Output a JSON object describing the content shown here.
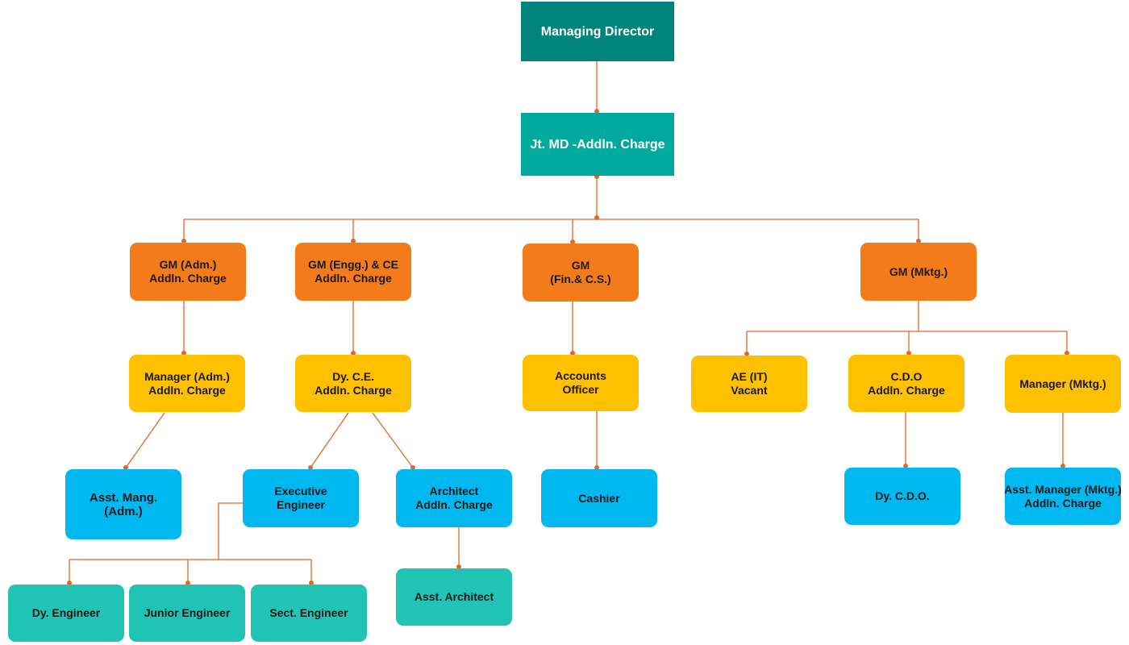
{
  "colors": {
    "connector": "#e2682a",
    "level0": "#00847c",
    "level1": "#00a89d",
    "level2": "#f47b1a",
    "level3": "#ffc000",
    "level4": "#00b8f0",
    "level5": "#21c4b4"
  },
  "nodes": {
    "md": {
      "line1": "Managing Director"
    },
    "jtmd": {
      "line1": "Jt. MD -Addln. Charge"
    },
    "gm_adm": {
      "line1": "GM (Adm.)",
      "line2": "Addln. Charge"
    },
    "gm_engg": {
      "line1": "GM (Engg.) & CE",
      "line2": "Addln. Charge"
    },
    "gm_fin": {
      "line1": "GM",
      "line2": "(Fin.& C.S.)"
    },
    "gm_mktg": {
      "line1": "GM (Mktg.)"
    },
    "mgr_adm": {
      "line1": "Manager (Adm.)",
      "line2": "Addln. Charge"
    },
    "dy_ce": {
      "line1": "Dy. C.E.",
      "line2": "Addln. Charge"
    },
    "accounts": {
      "line1": "Accounts",
      "line2": "Officer"
    },
    "ae_it": {
      "line1": "AE (IT)",
      "line2": "Vacant"
    },
    "cdo": {
      "line1": "C.D.O",
      "line2": "Addln. Charge"
    },
    "mgr_mktg": {
      "line1": "Manager (Mktg.)"
    },
    "asst_mang_adm": {
      "line1": "Asst. Mang.",
      "line2": "(Adm.)"
    },
    "exec_eng": {
      "line1": "Executive",
      "line2": "Engineer"
    },
    "architect": {
      "line1": "Architect",
      "line2": "Addln. Charge"
    },
    "cashier": {
      "line1": "Cashier"
    },
    "dy_cdo": {
      "line1": "Dy. C.D.O."
    },
    "asst_mgr_mktg": {
      "line1": "Asst. Manager (Mktg.)",
      "line2": "Addln. Charge"
    },
    "dy_eng": {
      "line1": "Dy. Engineer"
    },
    "jr_eng": {
      "line1": "Junior Engineer"
    },
    "sect_eng": {
      "line1": "Sect. Engineer"
    },
    "asst_arch": {
      "line1": "Asst. Architect"
    }
  }
}
